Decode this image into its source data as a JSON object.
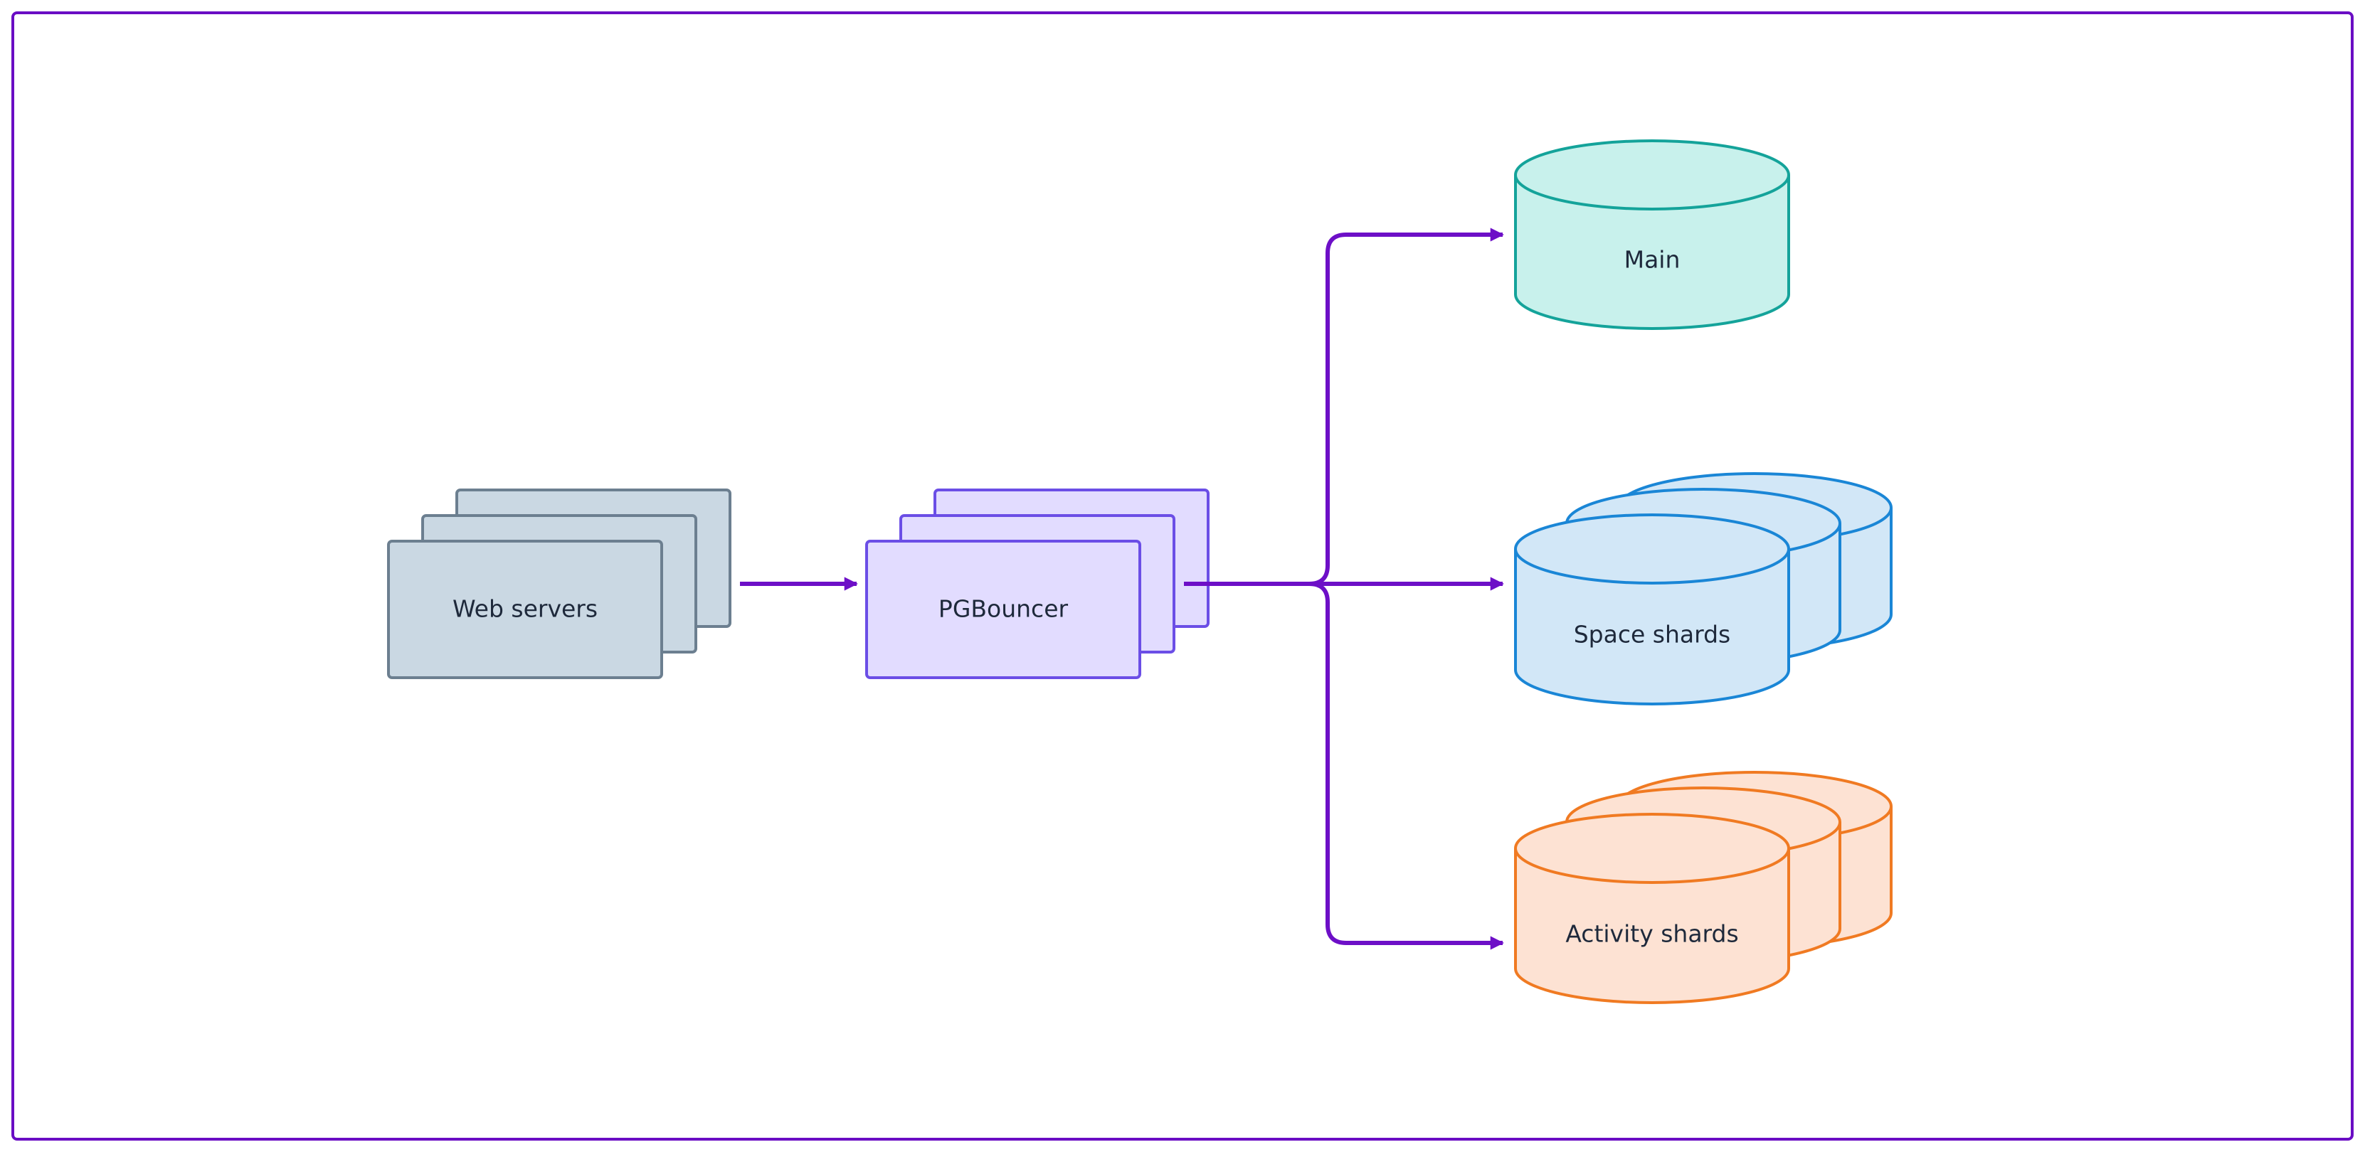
{
  "colors": {
    "frame": "#6a0dc4",
    "arrow": "#6d0fc7",
    "web_fill": "#cad8e3",
    "web_stroke": "#6c7f90",
    "pg_fill": "#e2dcff",
    "pg_stroke": "#6b4ee6",
    "main_fill": "#c8f1ec",
    "main_stroke": "#14a39a",
    "space_fill": "#d2e7f7",
    "space_stroke": "#1a86d6",
    "activity_fill": "#fde2d3",
    "activity_stroke": "#f07a22",
    "text": "#1e293b"
  },
  "nodes": {
    "web_servers": {
      "label": "Web servers"
    },
    "pgbouncer": {
      "label": "PGBouncer"
    },
    "main": {
      "label": "Main"
    },
    "space_shards": {
      "label": "Space shards"
    },
    "activity_shards": {
      "label": "Activity shards"
    }
  }
}
